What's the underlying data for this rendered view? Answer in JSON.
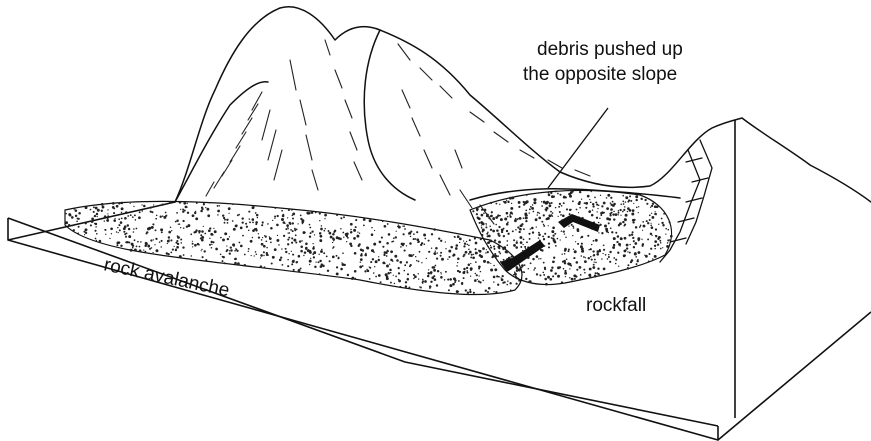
{
  "labels": {
    "debris_line1": "debris pushed up",
    "debris_line2": "the opposite slope",
    "rock_avalanche": "rock avalanche",
    "rockfall": "rockfall"
  },
  "colors": {
    "line": "#111111",
    "background": "#ffffff",
    "stipple": "#222222"
  }
}
